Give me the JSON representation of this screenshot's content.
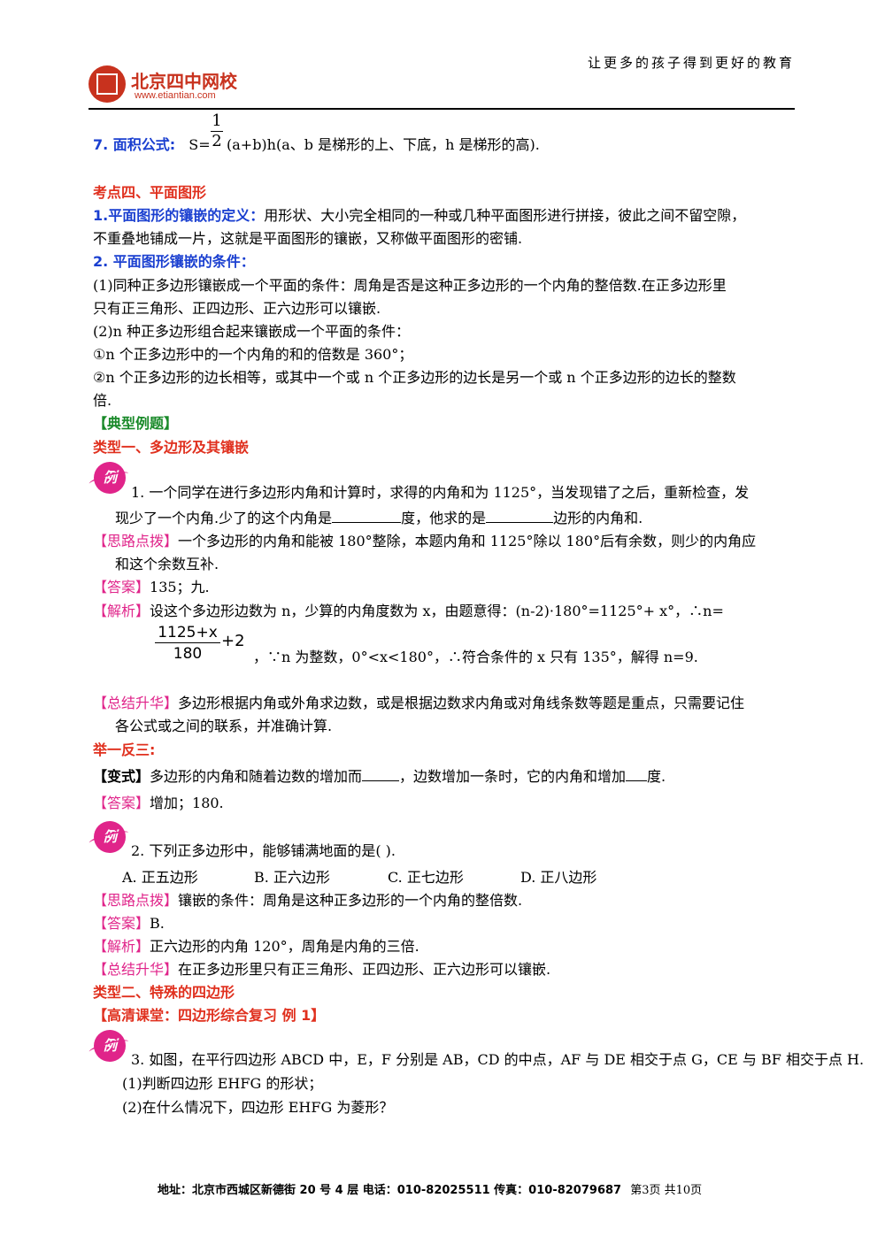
{
  "header": {
    "slogan": "让更多的孩子得到更好的教育",
    "logo_cn": "北京四中网校",
    "logo_url": "www.etiantian.com"
  },
  "formula": {
    "label": "7. 面积公式:",
    "s_eq": "S=",
    "num": "1",
    "den": "2",
    "rest": "(a+b)h(a、b 是梯形的上、下底，h 是梯形的高)."
  },
  "section4": {
    "title": "考点四、平面图形",
    "def_label": "1.平面图形的镶嵌的定义：",
    "def_text1": "用形状、大小完全相同的一种或几种平面图形进行拼接，彼此之间不留空隙，",
    "def_text2": "不重叠地铺成一片，这就是平面图形的镶嵌，又称做平面图形的密铺.",
    "cond_label": "2. 平面图形镶嵌的条件：",
    "cond1a": "(1)同种正多边形镶嵌成一个平面的条件：周角是否是这种正多边形的一个内角的整倍数.在正多边形里",
    "cond1b": "只有正三角形、正四边形、正六边形可以镶嵌.",
    "cond2": "(2)n 种正多边形组合起来镶嵌成一个平面的条件：",
    "cond2_1": "①n 个正多边形中的一个内角的和的倍数是 360°；",
    "cond2_2a": "②n 个正多边形的边长相等，或其中一个或 n 个正多边形的边长是另一个或 n 个正多边形的边长的整数",
    "cond2_2b": "倍."
  },
  "examples_title": "【典型例题】",
  "type1": "类型一、多边形及其镶嵌",
  "badge": "例",
  "ex1": {
    "q1": "1. 一个同学在进行多边形内角和计算时，求得的内角和为 1125°，当发现错了之后，重新检查，发",
    "q2a": "现少了一个内角.少了的这个内角是",
    "q2b": "度，他求的是",
    "q2c": "边形的内角和.",
    "hint_label": "【思路点拨】",
    "hint1": "一个多边形的内角和能被 180°整除，本题内角和 1125°除以 180°后有余数，则少的内角应",
    "hint2": "和这个余数互补.",
    "ans_label": "【答案】",
    "ans": "135；九.",
    "jx_label": "【解析】",
    "jx1": "设这个多边形边数为 n，少算的内角度数为 x，由题意得：(n-2)·180°=1125°+ x°，∴n=",
    "frac_num": "1125+x",
    "frac_den": "180",
    "frac_plus": "+2",
    "jx2": "，∵n 为整数，0°<x<180°，∴符合条件的 x 只有 135°，解得 n=9.",
    "sum_label": "【总结升华】",
    "sum1": "多边形根据内角或外角求边数，或是根据边数求内角或对角线条数等题是重点，只需要记住",
    "sum2": "各公式或之间的联系，并准确计算."
  },
  "jyfs": "举一反三:",
  "variant": {
    "label": "【变式】",
    "text_a": "多边形的内角和随着边数的增加而",
    "text_b": "，边数增加一条时，它的内角和增加",
    "text_c": "度.",
    "ans_label": "【答案】",
    "ans": "增加；180."
  },
  "ex2": {
    "q": "2. 下列正多边形中，能够铺满地面的是(    ).",
    "optA": "A. 正五边形",
    "optB": "B. 正六边形",
    "optC": "C. 正七边形",
    "optD": "D. 正八边形",
    "hint_label": "【思路点拨】",
    "hint": "镶嵌的条件：周角是这种正多边形的一个内角的整倍数.",
    "ans_label": "【答案】",
    "ans": "B.",
    "jx_label": "【解析】",
    "jx": "正六边形的内角 120°，周角是内角的三倍.",
    "sum_label": "【总结升华】",
    "sum": "在正多边形里只有正三角形、正四边形、正六边形可以镶嵌."
  },
  "type2": "类型二、特殊的四边形",
  "hd_class": "【高清课堂：四边形综合复习   例 1】",
  "ex3": {
    "q": "3. 如图，在平行四边形 ABCD 中，E，F 分别是 AB，CD 的中点，AF 与 DE 相交于点 G，CE 与 BF 相交于点 H.",
    "s1": "(1)判断四边形 EHFG 的形状；",
    "s2": "(2)在什么情况下，四边形 EHFG 为菱形？"
  },
  "footer": {
    "address": "地址：北京市西城区新德街 20 号 4 层  电话：010-82025511  传真：010-82079687",
    "page": "第3页  共10页"
  }
}
